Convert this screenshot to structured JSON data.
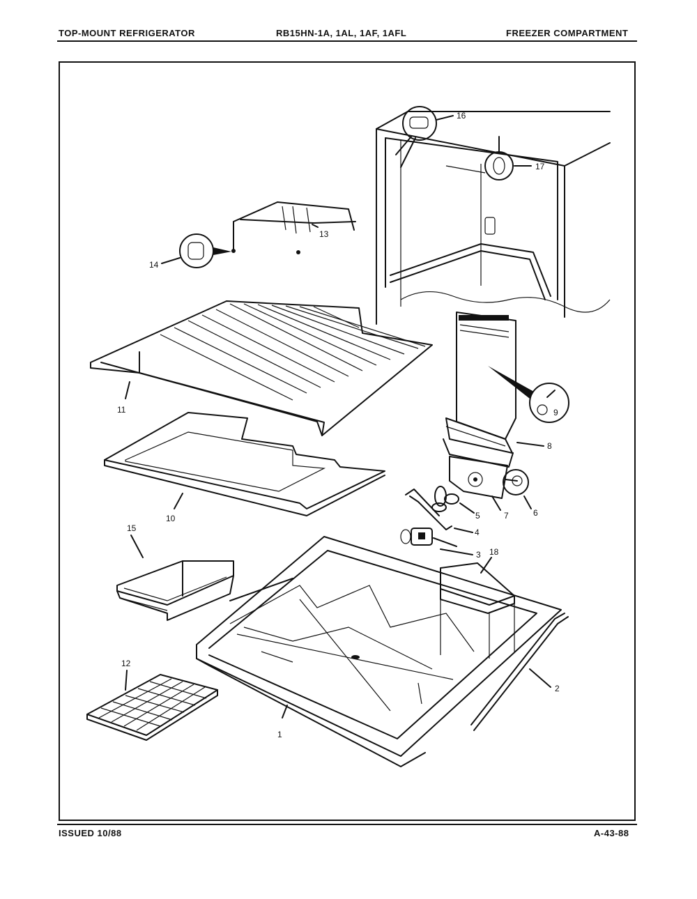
{
  "header": {
    "left": "TOP-MOUNT REFRIGERATOR",
    "center": "RB15HN-1A, 1AL, 1AF, 1AFL",
    "right": "FREEZER COMPARTMENT"
  },
  "footer": {
    "left": "ISSUED 10/88",
    "right": "A-43-88"
  },
  "callouts": {
    "c1": "1",
    "c2": "2",
    "c3": "3",
    "c4": "4",
    "c5": "5",
    "c6": "6",
    "c7": "7",
    "c8": "8",
    "c9": "9",
    "c10": "10",
    "c11": "11",
    "c12": "12",
    "c13": "13",
    "c14": "14",
    "c15": "15",
    "c16": "16",
    "c17": "17",
    "c18": "18"
  }
}
